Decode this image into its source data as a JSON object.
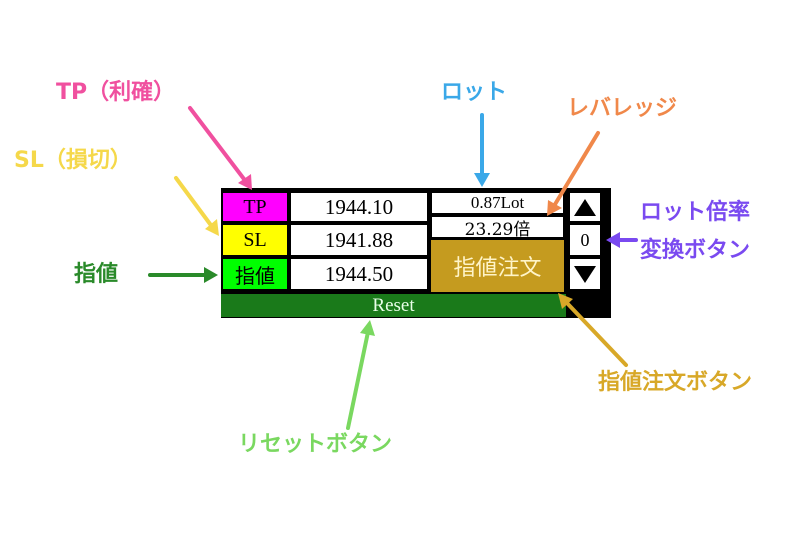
{
  "annotations": {
    "tp": "TP（利確）",
    "sl": "SL（損切）",
    "limit": "指値",
    "lot": "ロット",
    "leverage": "レバレッジ",
    "lot_mult_line1": "ロット倍率",
    "lot_mult_line2": "変換ボタン",
    "order_button": "指値注文ボタン",
    "reset_button": "リセットボタン"
  },
  "panel": {
    "tp_label": "TP",
    "sl_label": "SL",
    "limit_label": "指値",
    "tp_value": "1944.10",
    "sl_value": "1941.88",
    "limit_value": "1944.50",
    "lot_value": "0.87Lot",
    "leverage_value": "23.29倍",
    "order_button_label": "指値注文",
    "reset_label": "Reset",
    "multiplier_value": "0"
  },
  "colors": {
    "tp": "#ff00ff",
    "sl": "#ffff00",
    "limit": "#00ff00",
    "order_button": "#c59b1f",
    "reset_bar": "#1a7a1a",
    "ann_tp": "#f0509f",
    "ann_sl": "#f5d84a",
    "ann_limit": "#2a8a2a",
    "ann_lot": "#3aa8e8",
    "ann_leverage": "#f0884a",
    "ann_mult": "#7a4af0",
    "ann_order": "#d8a828",
    "ann_reset": "#7ad860"
  }
}
